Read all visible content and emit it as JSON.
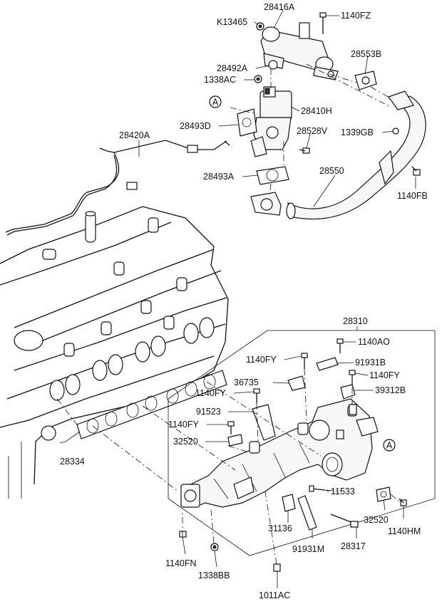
{
  "callouts": {
    "a_top": "A",
    "a_bottom": "A"
  },
  "labels": {
    "p28416A": "28416A",
    "pK13465": "K13465",
    "p1140FZ": "1140FZ",
    "p28492A": "28492A",
    "p28553B": "28553B",
    "p1338AC": "1338AC",
    "p28410H": "28410H",
    "p28493D": "28493D",
    "p28528V": "28528V",
    "p1339GB": "1339GB",
    "p28420A": "28420A",
    "p28493A": "28493A",
    "p28550": "28550",
    "p1140FB": "1140FB",
    "p28310": "28310",
    "p1140AO": "1140AO",
    "p91931B": "91931B",
    "p1140FY_1": "1140FY",
    "p1140FY_2": "1140FY",
    "p1140FY_3": "1140FY",
    "p1140FY_4": "1140FY",
    "p36735": "36735",
    "p39312B": "39312B",
    "p91523": "91523",
    "p32520_1": "32520",
    "p32520_2": "32520",
    "p28334": "28334",
    "p11533": "11533",
    "p31136": "31136",
    "p1140HM": "1140HM",
    "p91931M": "91931M",
    "p28317": "28317",
    "p1140FN": "1140FN",
    "p1338BB": "1338BB",
    "p1011AC": "1011AC"
  }
}
